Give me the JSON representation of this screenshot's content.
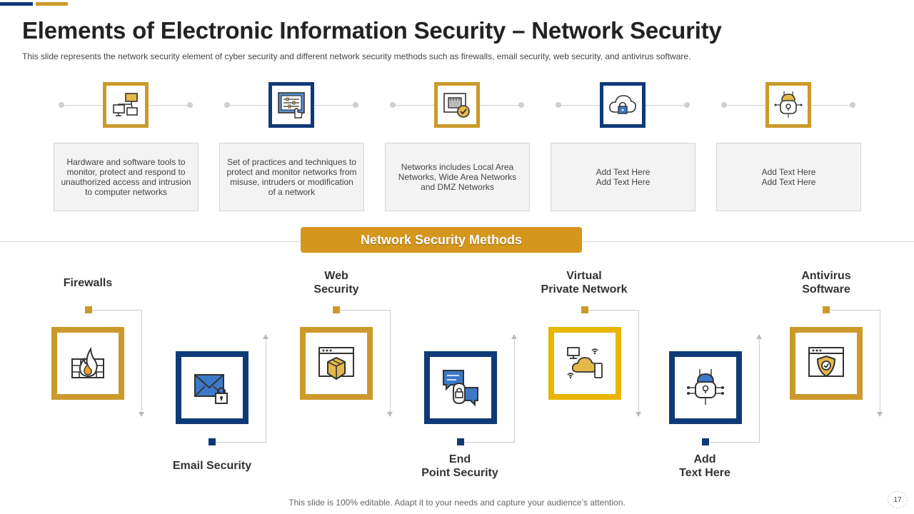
{
  "slide": {
    "title": "Elements of Electronic Information Security – Network Security",
    "subtitle": "This slide represents the network security element of cyber security and different  network security methods such as firewalls, email security, web security, and antivirus  software.",
    "page_number": "17",
    "footer_note": "This slide is 100% editable. Adapt it to your needs and capture your audience’s attention."
  },
  "colors": {
    "gold": "#cc9a2a",
    "navy": "#0f3a78",
    "yellow": "#e8b500",
    "banner": "#d4961c"
  },
  "timeline": [
    {
      "icon": "network-computers-icon",
      "lines": [
        "Hardware and software tools to",
        "monitor, protect and respond to",
        "unauthorized access and intrusion",
        "to computer networks"
      ]
    },
    {
      "icon": "settings-screen-touch-icon",
      "lines": [
        "Set of practices and techniques to",
        "protect and monitor networks from",
        "misuse, intruders or modification",
        "of a network"
      ]
    },
    {
      "icon": "network-port-check-icon",
      "lines": [
        "Networks includes Local Area",
        "Networks, Wide Area Networks",
        "and DMZ  Networks"
      ]
    },
    {
      "icon": "cloud-lock-icon",
      "lines": [
        "Add Text Here",
        "Add Text Here"
      ]
    },
    {
      "icon": "circuit-lock-icon",
      "lines": [
        "Add Text Here",
        "Add Text Here"
      ]
    }
  ],
  "methods_banner": "Network Security Methods",
  "methods": [
    {
      "lines": [
        "Firewalls"
      ],
      "icon": "firewall-icon"
    },
    {
      "lines": [
        "Email Security"
      ],
      "icon": "email-lock-icon"
    },
    {
      "lines": [
        "Web",
        "Security"
      ],
      "icon": "web-security-icon"
    },
    {
      "lines": [
        "End",
        "Point Security"
      ],
      "icon": "endpoint-chat-lock-icon"
    },
    {
      "lines": [
        "Virtual",
        "Private Network"
      ],
      "icon": "vpn-cloud-devices-icon"
    },
    {
      "lines": [
        "Add",
        "Text Here"
      ],
      "icon": "circuit-lock-icon"
    },
    {
      "lines": [
        "Antivirus",
        "Software"
      ],
      "icon": "antivirus-shield-icon"
    }
  ]
}
